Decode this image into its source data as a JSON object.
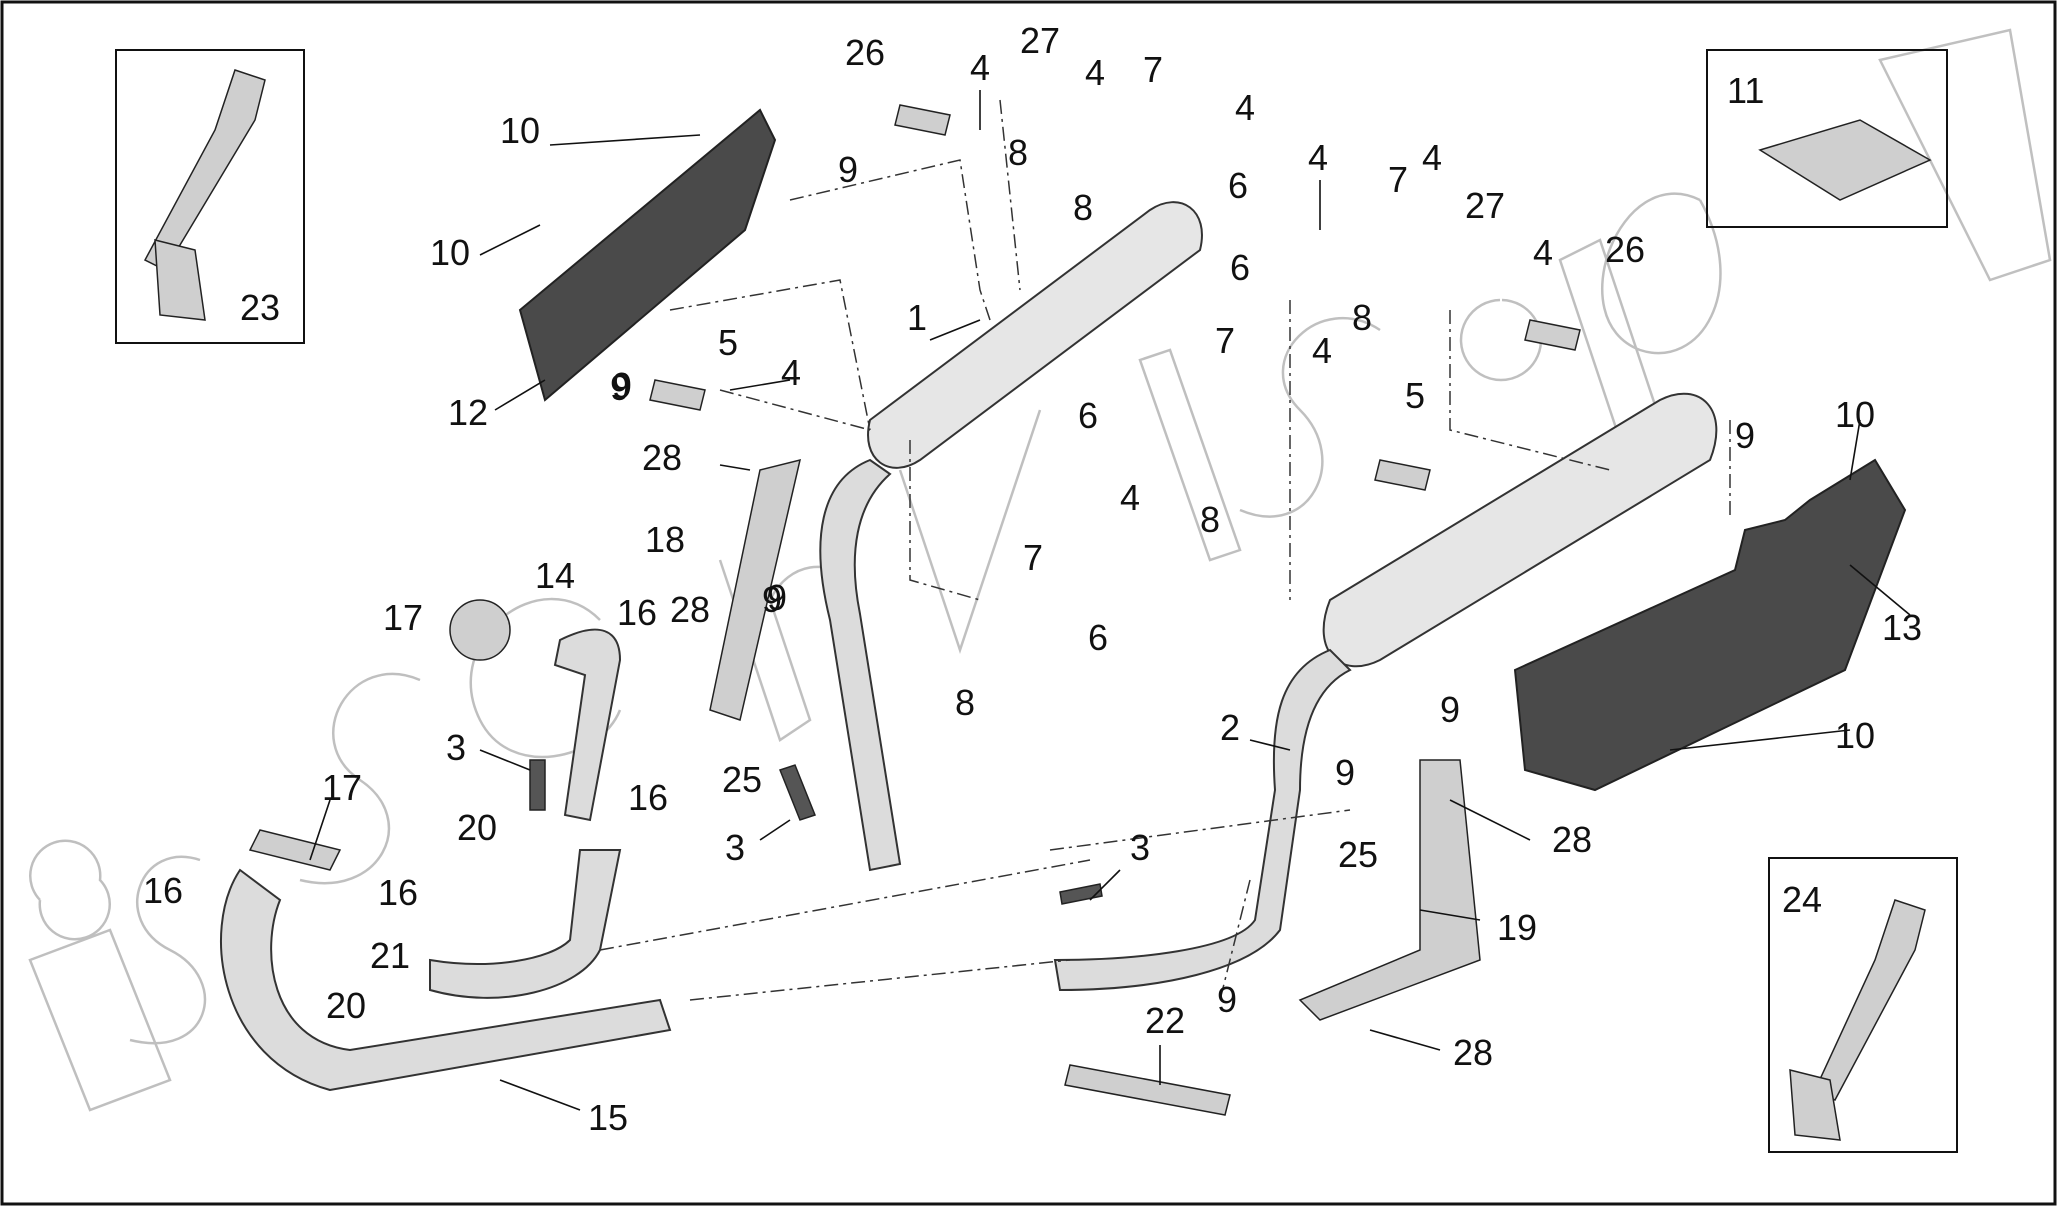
{
  "diagram": {
    "labels": [
      "1",
      "2",
      "3",
      "3",
      "3",
      "4",
      "4",
      "4",
      "4",
      "4",
      "4",
      "4",
      "4",
      "4",
      "5",
      "5",
      "6",
      "6",
      "6",
      "6",
      "7",
      "7",
      "7",
      "7",
      "8",
      "8",
      "8",
      "8",
      "8",
      "9",
      "9",
      "9",
      "9",
      "9",
      "9",
      "9",
      "9",
      "9",
      "10",
      "10",
      "10",
      "10",
      "11",
      "12",
      "13",
      "14",
      "15",
      "16",
      "16",
      "16",
      "16",
      "17",
      "17",
      "18",
      "19",
      "20",
      "20",
      "21",
      "22",
      "23",
      "24",
      "25",
      "25",
      "26",
      "26",
      "27",
      "27",
      "28",
      "28",
      "28",
      "28"
    ],
    "watermark": "iservis.pl",
    "colors": {
      "line": "#111111",
      "part_fill": "#dcdcdc",
      "shield_fill": "#4a4a4a",
      "background": "#ffffff"
    }
  }
}
